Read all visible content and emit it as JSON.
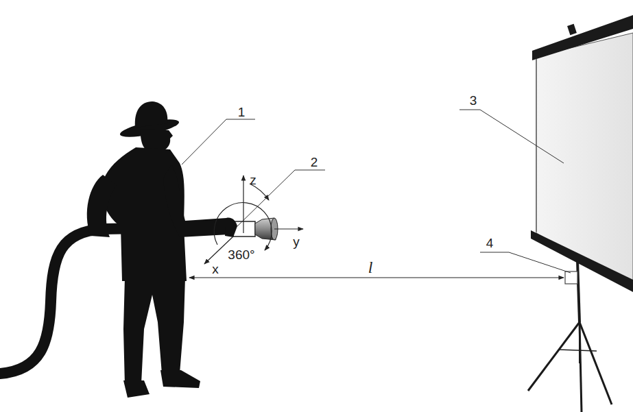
{
  "diagram": {
    "labels": [
      "1",
      "2",
      "3",
      "4",
      "z",
      "y",
      "x",
      "360°",
      "l"
    ]
  }
}
